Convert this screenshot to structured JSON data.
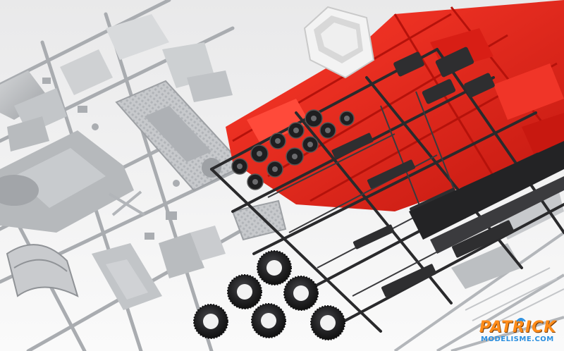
{
  "scene": {
    "description_colors": {
      "background": "#f4f4f4",
      "grey_sprue": "#b9bcbf",
      "grey_dark": "#8c8f93",
      "red_sprue": "#e8261e",
      "black_sprue": "#2b2b2d",
      "white_parts": "#f2f2f2",
      "tire": "#1f1f21"
    },
    "icons": [
      "model-kit-photo",
      "watermark-logo"
    ]
  },
  "watermark": {
    "line1": "PATRICK",
    "line2": "MODELISME.COM"
  }
}
